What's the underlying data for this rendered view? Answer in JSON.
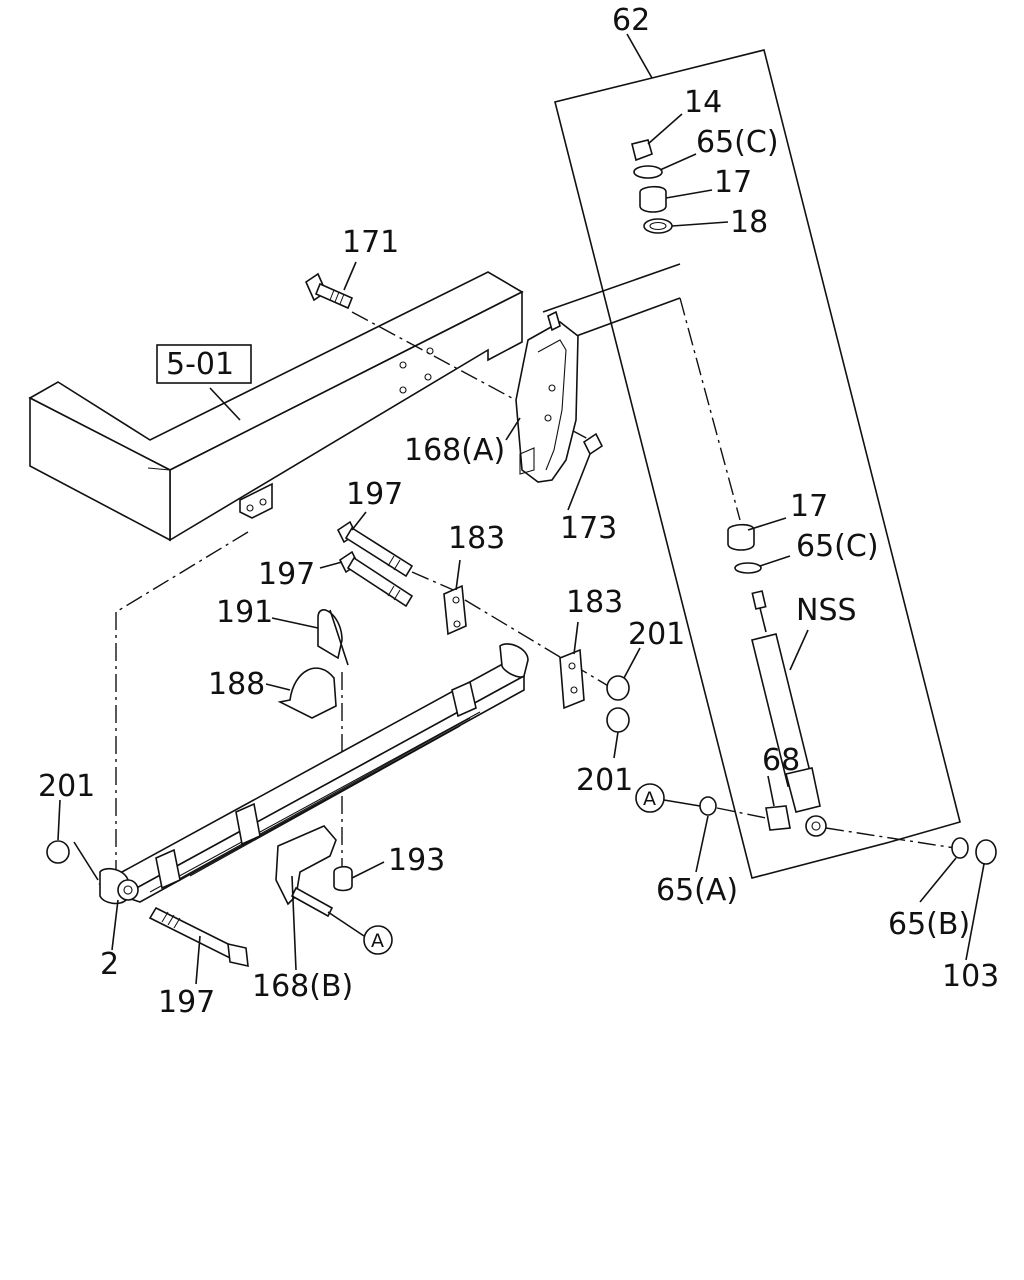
{
  "labels": {
    "l62": "62",
    "l14": "14",
    "l65c_top": "65(C)",
    "l17_top": "17",
    "l18": "18",
    "l171": "171",
    "l501": "5-01",
    "l168a": "168(A)",
    "l173": "173",
    "l197_a": "197",
    "l197_b": "197",
    "l183_a": "183",
    "l183_b": "183",
    "l17_mid": "17",
    "l65c_mid": "65(C)",
    "lnss": "NSS",
    "l191": "191",
    "l201_a": "201",
    "l188": "188",
    "l201_b": "201",
    "l68": "68",
    "lA_ref": "A",
    "l201_c": "201",
    "l193": "193",
    "l65a": "65(A)",
    "l65b": "65(B)",
    "l2": "2",
    "lA_tip": "A",
    "l197_c": "197",
    "l168b": "168(B)",
    "l103": "103"
  },
  "colors": {
    "line": "#111111",
    "background": "#ffffff"
  }
}
